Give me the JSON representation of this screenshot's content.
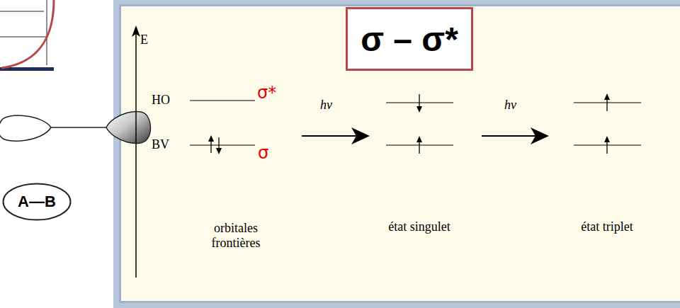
{
  "diagram": {
    "nodes": [
      {
        "text": [
          "σ – σ*"
        ]
      },
      {
        "text": [
          "A—B"
        ]
      }
    ],
    "labels": [
      "E",
      "HO",
      "σ*",
      "hν",
      "hν",
      "BV",
      "σ",
      "orbitales frontières",
      "état singulet",
      "état triplet"
    ]
  }
}
